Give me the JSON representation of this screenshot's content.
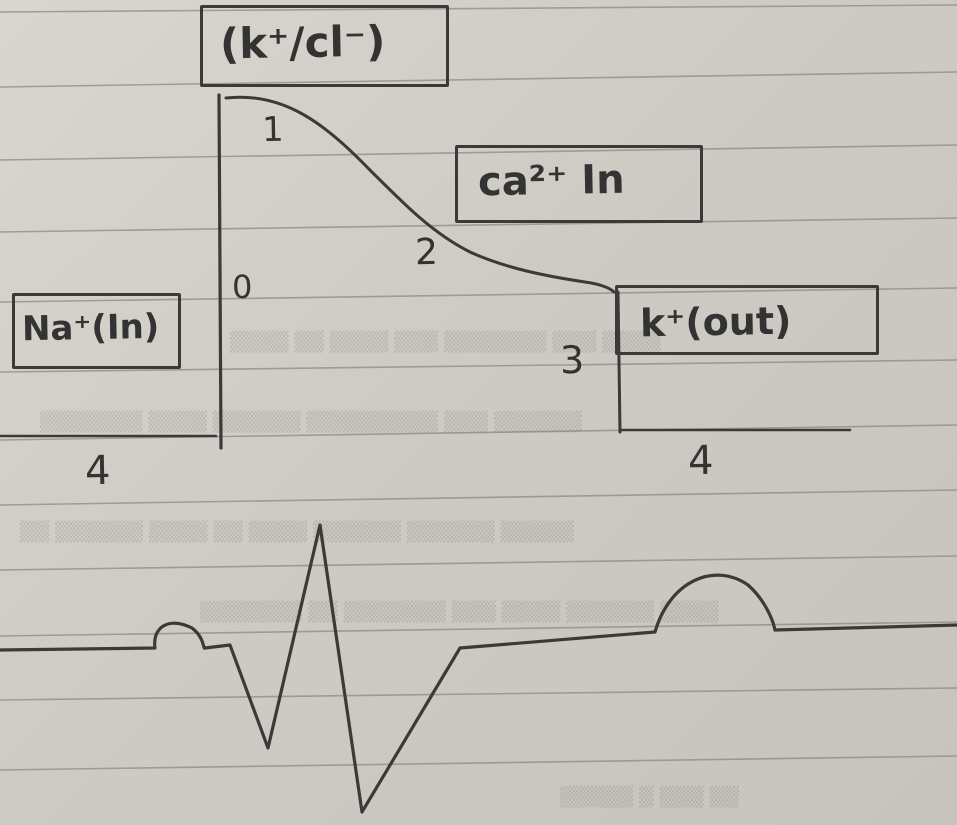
{
  "diagram": {
    "labels": {
      "k_cl": "(k⁺/cl⁻)",
      "ca_in": "ca²⁺ In",
      "na_in": "Na⁺(In)",
      "k_out": "k⁺(out)",
      "phase_0": "0",
      "phase_1": "1",
      "phase_2": "2",
      "phase_3": "3",
      "phase_4_left": "4",
      "phase_4_right": "4"
    }
  },
  "colors": {
    "paper": "#d3d1c9",
    "ink": "#333333",
    "rule_line": "#8d8b86"
  }
}
